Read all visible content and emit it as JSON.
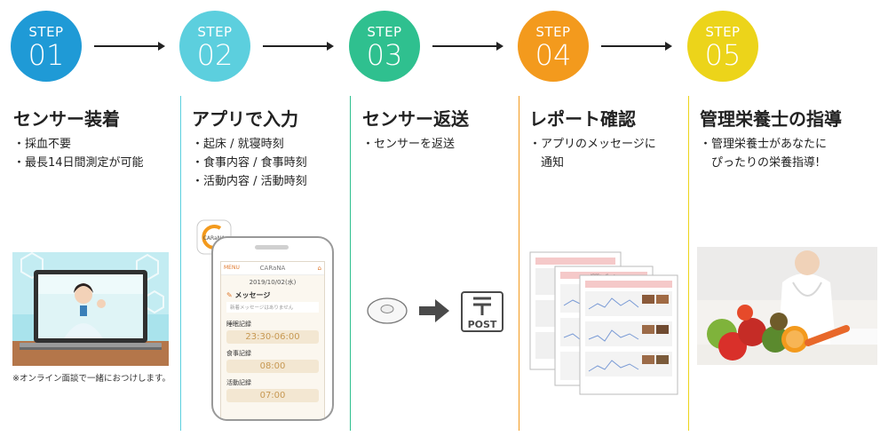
{
  "steps": [
    {
      "label": "STEP",
      "number": "01",
      "color": "#1f9ad6",
      "title": "センサー装着",
      "bullets": [
        "・採血不要",
        "・最長14日間測定が可能"
      ]
    },
    {
      "label": "STEP",
      "number": "02",
      "color": "#5ccfde",
      "title": "アプリで入力",
      "bullets": [
        "・起床 / 就寝時刻",
        "・食事内容 / 食事時刻",
        "・活動内容 / 活動時刻"
      ]
    },
    {
      "label": "STEP",
      "number": "03",
      "color": "#2fc08f",
      "title": "センサー返送",
      "bullets": [
        "・センサーを返送"
      ]
    },
    {
      "label": "STEP",
      "number": "04",
      "color": "#f39a1d",
      "title": "レポート確認",
      "bullets": [
        "・アプリのメッセージに",
        "　通知"
      ]
    },
    {
      "label": "STEP",
      "number": "05",
      "color": "#ecd41a",
      "title": "管理栄養士の指導",
      "bullets": [
        "・管理栄養士があなたに",
        "　ぴったりの栄養指導!"
      ]
    }
  ],
  "step1_caption": "※オンライン面談で一緒におつけします。",
  "app": {
    "badge": "CARaNA",
    "menu": "MENU",
    "header": "CARaNA",
    "date": "2019/10/02(水)",
    "message_title": "メッセージ",
    "message_empty": "新着メッセージはありません",
    "sleep_label": "睡眠記録",
    "sleep_time": "23:30-06:00",
    "meal_label": "食事記録",
    "meal_time": "08:00",
    "activity_label": "活動記録",
    "activity_time": "07:00"
  },
  "post_label": "POST",
  "report_title": "週間レポート"
}
